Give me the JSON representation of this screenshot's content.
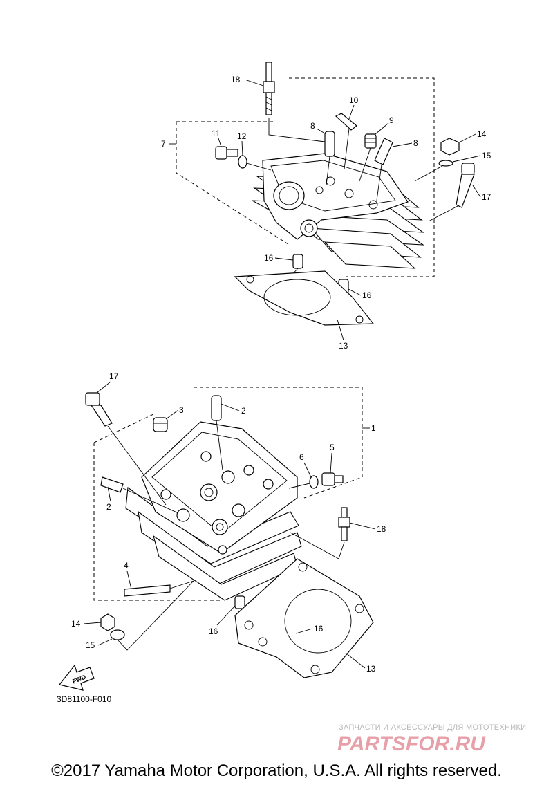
{
  "diagram": {
    "code": "3D81100-F010",
    "fwd_label": "FWD",
    "copyright": "©2017 Yamaha Motor Corporation, U.S.A. All rights reserved.",
    "watermark": {
      "caption": "ЗАПЧАСТИ И АКСЕССУАРЫ ДЛЯ МОТОТЕХНИКИ",
      "logo_text": "PARTSFOR.RU",
      "logo_color": "#e8a0a8"
    },
    "upper_callouts": [
      "18",
      "10",
      "9",
      "8",
      "8",
      "7",
      "11",
      "12",
      "14",
      "15",
      "17",
      "16",
      "16",
      "13"
    ],
    "lower_callouts": [
      "17",
      "3",
      "2",
      "1",
      "5",
      "6",
      "2",
      "18",
      "4",
      "14",
      "15",
      "16",
      "16",
      "13"
    ]
  }
}
